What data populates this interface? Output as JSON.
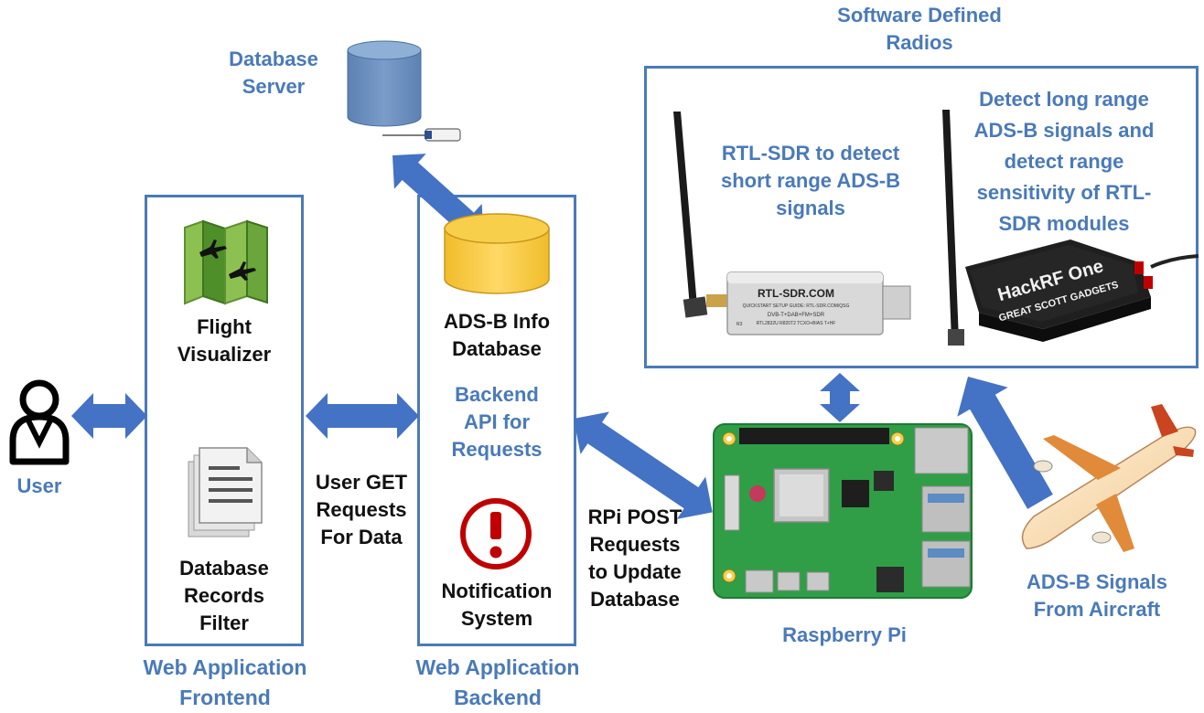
{
  "colors": {
    "accent": "#4a7ab8",
    "arrow": "#4472c4",
    "db_cylinder": "#6a8fbe",
    "backend_db": "#f2c53d",
    "alert": "#c00000",
    "map_green": "#6aa63b",
    "pcb_green": "#2f9e46"
  },
  "labels": {
    "sdr_title": "Software Defined\nRadios",
    "db_server": "Database\nServer",
    "rtl_desc": "RTL-SDR to detect\nshort range ADS-B\nsignals",
    "hackrf_desc": "Detect long range\nADS-B signals and\ndetect range\nsensitivity of RTL-\nSDR modules",
    "flight_viz": "Flight\nVisualizer",
    "ads_db": "ADS-B Info\nDatabase",
    "backend_api": "Backend\nAPI for\nRequests",
    "user": "User",
    "user_get": "User GET\nRequests\nFor Data",
    "rpi_post": "RPi POST\nRequests\nto Update\nDatabase",
    "notification": "Notification\nSystem",
    "db_filter": "Database\nRecords\nFilter",
    "frontend": "Web Application\nFrontend",
    "backend": "Web Application\nBackend",
    "raspberry": "Raspberry Pi",
    "ads_signals": "ADS-B Signals\nFrom Aircraft"
  },
  "devices": {
    "rtl_brand": "RTL-SDR.COM",
    "rtl_line1": "QUICKSTART SETUP GUIDE: RTL-SDR.COM/QSG",
    "rtl_line2": "DVB-T+DAB+FM+SDR",
    "rtl_line3": "RTL2832U R820T2 TCXO+BIAS T+HF",
    "rtl_mark": "R3",
    "hackrf_name": "HackRF One",
    "hackrf_maker": "GREAT SCOTT GADGETS"
  },
  "icons": [
    "user-icon",
    "database-cylinder-icon",
    "flight-map-icon",
    "document-stack-icon",
    "alert-icon",
    "raspberry-pi-board",
    "airplane-icon",
    "rtl-sdr-dongle",
    "hackrf-one-device"
  ]
}
